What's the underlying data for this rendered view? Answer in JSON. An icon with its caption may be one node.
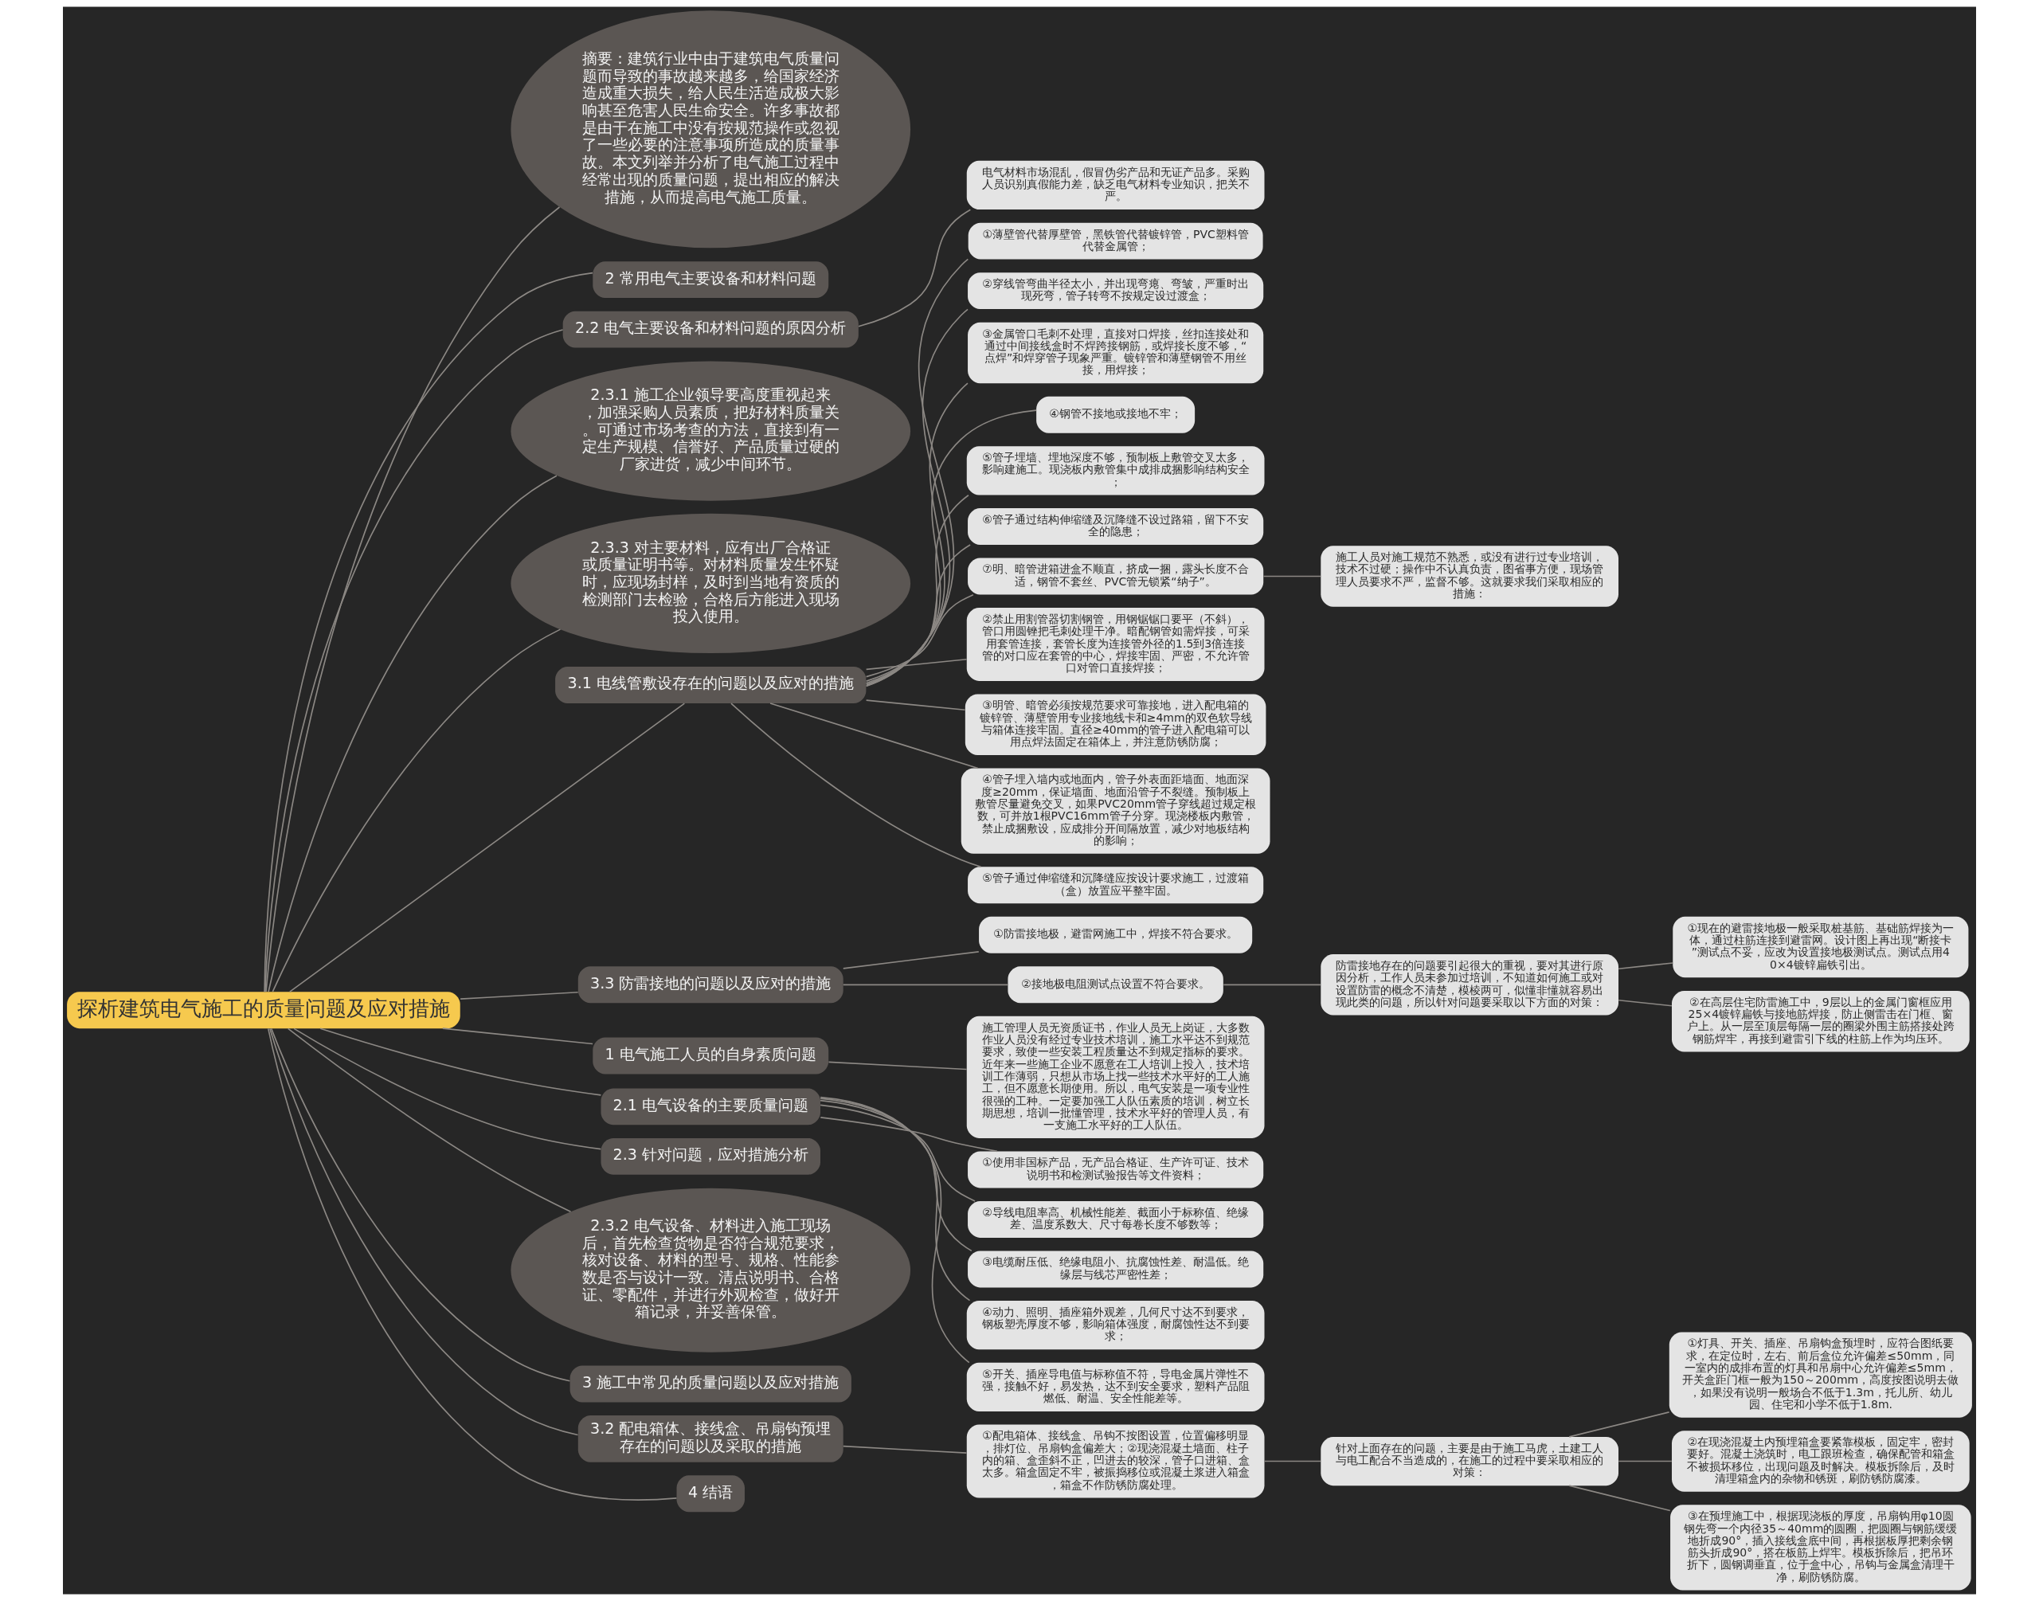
{
  "diagram": {
    "nodes": [
      {
        "text": [
          "探析建筑电气施工的质量问题及应对措施"
        ]
      },
      {
        "text": [
          "摘要：建筑行业中由于建筑电气质量问题而导致的事故越来越多，给国家经济造成重大损失，给人民生活造成极大影响甚至危害人民生命安全。许多事故都是由于在施工中没有按规范操作或忽视了一些必要的注意事项所造成的质量事故。本文列举并分析了电气施工过程中经常出现的质量问题，提出相应的解决措施，从而提高电气施工质量。"
        ]
      },
      {
        "text": [
          "2 常用电气主要设备和材料问题"
        ]
      },
      {
        "text": [
          "2.2 电气主要设备和材料问题的原因分析"
        ]
      },
      {
        "text": [
          "电气材料市场混乱，假冒伪劣产品和无证产品多。采购人员识别真假能力差，缺乏电气材料专业知识，把关不严。"
        ]
      },
      {
        "text": [
          "2.3.1 施工企业领导要高度重视起来，加强采购人员素质，把好材料质量关。可通过市场考查的方法，直接到有一定生产规模、信誉好、产品质量过硬的厂家进货，减少中间环节。"
        ]
      },
      {
        "text": [
          "2.3.3 对主要材料，应有出厂合格证或质量证明书等。对材料质量发生怀疑时，应现场封样，及时到当地有资质的检测部门去检验，合格后方能进入现场投入使用。"
        ]
      },
      {
        "text": [
          "3.1 电线管敷设存在的问题以及应对的措施"
        ]
      },
      {
        "text": [
          "①薄壁管代替厚壁管，黑铁管代替镀锌管，PVC塑料管代替金属管；"
        ]
      },
      {
        "text": [
          "②穿线管弯曲半径太小，并出现弯瘪、弯皱，严重时出现死弯，管子转弯不按规定设过渡盒；"
        ]
      },
      {
        "text": [
          "③金属管口毛刺不处理，直接对口焊接，丝扣连接处和通过中间接线盒时不焊跨接钢筋，或焊接长度不够，“点焊”和焊穿管子现象严重。镀锌管和薄壁钢管不用丝接，用焊接；"
        ]
      },
      {
        "text": [
          "④钢管不接地或接地不牢；"
        ]
      },
      {
        "text": [
          "⑤管子埋墙、埋地深度不够，预制板上敷管交叉太多，影响建施工。现浇板内敷管集中成排成捆影响结构安全；"
        ]
      },
      {
        "text": [
          "⑥管子通过结构伸缩缝及沉降缝不设过路箱，留下不安全的隐患；"
        ]
      },
      {
        "text": [
          "⑦明、暗管进箱进盒不顺直，挤成一捆，露头长度不合适，钢管不套丝、PVC管无锁紧“纳子”。"
        ]
      },
      {
        "text": [
          "施工人员对施工规范不熟悉，或没有进行过专业培训，技术不过硬；操作中不认真负责，图省事方便，现场管理人员要求不严，监督不够。这就要求我们采取相应的措施："
        ]
      },
      {
        "text": [
          "②禁止用割管器切割钢管，用钢锯锯口要平（不斜），管口用圆锉把毛刺处理干净。暗配钢管如需焊接，可采用套管连接，套管长度为连接管外径的1.5到3倍连接管的对口应在套管的中心，焊接牢固、严密，不允许管口对管口直接焊接；"
        ]
      },
      {
        "text": [
          "③明管、暗管必须按规范要求可靠接地，进入配电箱的镀锌管、薄壁管用专业接地线卡和≥4mm的双色软导线与箱体连接牢固。直径≥40mm的管子进入配电箱可以用点焊法固定在箱体上，并注意防锈防腐；"
        ]
      },
      {
        "text": [
          "④管子埋入墙内或地面内，管子外表面距墙面、地面深度≥20mm，保证墙面、地面沿管子不裂缝。预制板上敷管尽量避免交叉，如果PVC20mm管子穿线超过规定根数，可并放1根PVC16mm管子分穿。现浇楼板内敷管，禁止成捆敷设，应成排分开间隔放置，减少对地板结构的影响；"
        ]
      },
      {
        "text": [
          "⑤管子通过伸缩缝和沉降缝应按设计要求施工，过渡箱（盒）放置应平整牢固。"
        ]
      },
      {
        "text": [
          "3.3 防雷接地的问题以及应对的措施"
        ]
      },
      {
        "text": [
          "①防雷接地极，避雷网施工中，焊接不符合要求。"
        ]
      },
      {
        "text": [
          "②接地极电阻测试点设置不符合要求。"
        ]
      },
      {
        "text": [
          "防雷接地存在的问题要引起很大的重视，要对其进行原因分析，工作人员未参加过培训，不知道如何施工或对设置防雷的概念不清楚，模棱两可，似懂非懂就容易出现此类的问题，所以针对问题要采取以下方面的对策："
        ]
      },
      {
        "text": [
          "①现在的避雷接地极一般采取桩基筋、基础筋焊接为一体，通过柱筋连接到避雷网。设计图上再出现“断接卡”测试点不妥，应改为设置接地极测试点。测试点用40×4镀锌扁铁引出。"
        ]
      },
      {
        "text": [
          "②在高层住宅防雷施工中，9层以上的金属门窗框应用25×4镀锌扁铁与接地筋焊接，防止侧雷击在门框、窗户上。从一层至顶层每隔一层的圈梁外围主筋搭接处跨钢筋焊牢，再接到避雷引下线的柱筋上作为均压环。"
        ]
      },
      {
        "text": [
          "1 电气施工人员的自身素质问题"
        ]
      },
      {
        "text": [
          "施工管理人员无资质证书，作业人员无上岗证，大多数作业人员没有经过专业技术培训，施工水平达不到规范要求，致使一些安装工程质量达不到规定指标的要求。近年来一些施工企业不愿意在工人培训上投入，技术培训工作薄弱，只想从市场上找一些技术水平好的工人施工，但不愿意长期使用。所以，电气安装是一项专业性很强的工种。一定要加强工人队伍素质的培训，树立长期思想，培训一批懂管理，技术水平好的管理人员，有一支施工水平好的工人队伍。"
        ]
      },
      {
        "text": [
          "2.1 电气设备的主要质量问题"
        ]
      },
      {
        "text": [
          "①使用非国标产品，无产品合格证、生产许可证、技术说明书和检测试验报告等文件资料；"
        ]
      },
      {
        "text": [
          "②导线电阻率高、机械性能差、截面小于标称值、绝缘差、温度系数大、尺寸每卷长度不够数等；"
        ]
      },
      {
        "text": [
          "③电缆耐压低、绝缘电阻小、抗腐蚀性差、耐温低。绝缘层与线芯严密性差；"
        ]
      },
      {
        "text": [
          "④动力、照明、插座箱外观差，几何尺寸达不到要求，钢板塑壳厚度不够，影响箱体强度，耐腐蚀性达不到要求；"
        ]
      },
      {
        "text": [
          "⑤开关、插座导电值与标称值不符，导电金属片弹性不强，接触不好，易发热，达不到安全要求，塑料产品阻燃低、耐温、安全性能差等。"
        ]
      },
      {
        "text": [
          "2.3 针对问题，应对措施分析"
        ]
      },
      {
        "text": [
          "2.3.2 电气设备、材料进入施工现场后，首先检查货物是否符合规范要求，核对设备、材料的型号、规格、性能参数是否与设计一致。清点说明书、合格证、零配件，并进行外观检查，做好开箱记录，并妥善保管。"
        ]
      },
      {
        "text": [
          "3 施工中常见的质量问题以及应对措施"
        ]
      },
      {
        "text": [
          "3.2 配电箱体、接线盒、吊扇钩预埋存在的问题以及采取的措施"
        ]
      },
      {
        "text": [
          "①配电箱体、接线盒、吊钩不按图设置，位置偏移明显，排灯位、吊扇钩盒偏差大；②现浇混凝土墙面、柱子内的箱、盒歪斜不正，凹进去的较深，管子口进箱、盒太多。箱盒固定不牢，被振捣移位或混凝土浆进入箱盒，箱盒不作防锈防腐处理。"
        ]
      },
      {
        "text": [
          "针对上面存在的问题，主要是由于施工马虎，土建工人与电工配合不当造成的，在施工的过程中要采取相应的对策："
        ]
      },
      {
        "text": [
          "①灯具、开关、插座、吊扇钩盒预埋时，应符合图纸要求，在定位时，左右、前后盒位允许偏差≤50mm，同一室内的成排布置的灯具和吊扇中心允许偏差≤5mm，开关盒距门框一般为150～200mm，高度按图说明去做，如果没有说明一般场合不低于1.3m，托儿所、幼儿园、住宅和小学不低于1.8m."
        ]
      },
      {
        "text": [
          "②在现浇混凝土内预埋箱盒要紧靠模板，固定牢，密封要好。混凝土浇筑时，电工跟班检查，确保配管和箱盒不被损坏移位，出现问题及时解决。模板拆除后，及时清理箱盒内的杂物和锈斑，刷防锈防腐漆。"
        ]
      },
      {
        "text": [
          "③在预埋施工中，根据现浇板的厚度，吊扇钩用φ10圆钢先弯一个内径35～40mm的圆圈，把圆圈与钢筋缓缓地折成90°，插入接线盒底中间，再根据板厚把剩余钢筋头折成90°，搭在板筋上焊牢。模板拆除后，把吊环折下，圆钢调垂直，位于盒中心，吊钩与金属盒清理干净，刷防锈防腐。"
        ]
      },
      {
        "text": [
          "4 结语"
        ]
      }
    ],
    "edges": [
      {
        "from": 0,
        "to": 1,
        "arrow": "none"
      },
      {
        "from": 0,
        "to": 2,
        "arrow": "none"
      },
      {
        "from": 0,
        "to": 3,
        "arrow": "none"
      },
      {
        "from": 3,
        "to": 4,
        "arrow": "none"
      },
      {
        "from": 0,
        "to": 5,
        "arrow": "none"
      },
      {
        "from": 0,
        "to": 6,
        "arrow": "none"
      },
      {
        "from": 0,
        "to": 7,
        "arrow": "none"
      },
      {
        "from": 7,
        "to": 8,
        "arrow": "none"
      },
      {
        "from": 7,
        "to": 9,
        "arrow": "none"
      },
      {
        "from": 7,
        "to": 10,
        "arrow": "none"
      },
      {
        "from": 7,
        "to": 11,
        "arrow": "none"
      },
      {
        "from": 7,
        "to": 12,
        "arrow": "none"
      },
      {
        "from": 7,
        "to": 13,
        "arrow": "none"
      },
      {
        "from": 7,
        "to": 14,
        "arrow": "none"
      },
      {
        "from": 14,
        "to": 15,
        "arrow": "none"
      },
      {
        "from": 7,
        "to": 16,
        "arrow": "none"
      },
      {
        "from": 7,
        "to": 17,
        "arrow": "none"
      },
      {
        "from": 7,
        "to": 18,
        "arrow": "none"
      },
      {
        "from": 7,
        "to": 19,
        "arrow": "none"
      },
      {
        "from": 0,
        "to": 20,
        "arrow": "none"
      },
      {
        "from": 20,
        "to": 21,
        "arrow": "none"
      },
      {
        "from": 20,
        "to": 22,
        "arrow": "none"
      },
      {
        "from": 22,
        "to": 23,
        "arrow": "none"
      },
      {
        "from": 23,
        "to": 24,
        "arrow": "none"
      },
      {
        "from": 23,
        "to": 25,
        "arrow": "none"
      },
      {
        "from": 0,
        "to": 26,
        "arrow": "none"
      },
      {
        "from": 26,
        "to": 27,
        "arrow": "none"
      },
      {
        "from": 0,
        "to": 28,
        "arrow": "none"
      },
      {
        "from": 28,
        "to": 29,
        "arrow": "none"
      },
      {
        "from": 28,
        "to": 30,
        "arrow": "none"
      },
      {
        "from": 28,
        "to": 31,
        "arrow": "none"
      },
      {
        "from": 28,
        "to": 32,
        "arrow": "none"
      },
      {
        "from": 28,
        "to": 33,
        "arrow": "none"
      },
      {
        "from": 0,
        "to": 34,
        "arrow": "none"
      },
      {
        "from": 0,
        "to": 35,
        "arrow": "none"
      },
      {
        "from": 0,
        "to": 36,
        "arrow": "none"
      },
      {
        "from": 0,
        "to": 37,
        "arrow": "none"
      },
      {
        "from": 37,
        "to": 38,
        "arrow": "none"
      },
      {
        "from": 38,
        "to": 39,
        "arrow": "none"
      },
      {
        "from": 39,
        "to": 40,
        "arrow": "none"
      },
      {
        "from": 39,
        "to": 41,
        "arrow": "none"
      },
      {
        "from": 39,
        "to": 42,
        "arrow": "none"
      },
      {
        "from": 0,
        "to": 43,
        "arrow": "none"
      }
    ]
  }
}
